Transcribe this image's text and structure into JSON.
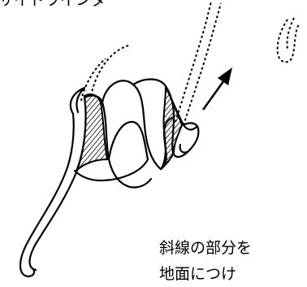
{
  "diagram": {
    "top_label": "サイドワインダー",
    "caption_line1": "斜線の部分を",
    "caption_line2": "地面につけ",
    "colors": {
      "ink": "#000000",
      "background": "#ffffff"
    }
  }
}
